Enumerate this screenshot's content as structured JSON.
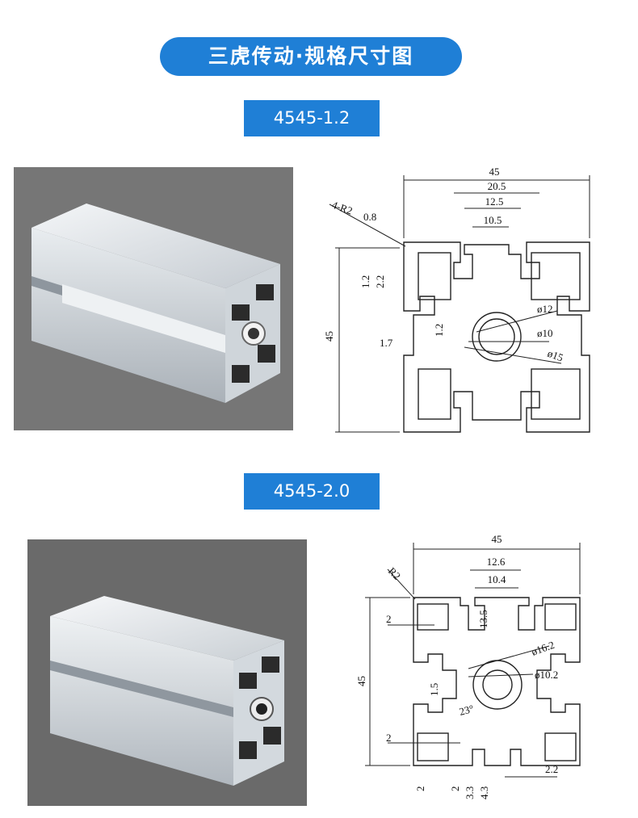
{
  "header": {
    "title": "三虎传动·规格尺寸图"
  },
  "sections": [
    {
      "label": "4545-1.2",
      "dims": {
        "width": "45",
        "d205": "20.5",
        "d125": "12.5",
        "d105": "10.5",
        "radius": "4-R2",
        "d08": "0.8",
        "d12a": "1.2",
        "d22": "2.2",
        "d12b": "1.2",
        "d17": "1.7",
        "height": "45",
        "phi12": "ø12",
        "phi10": "ø10",
        "phi15": "ø15"
      }
    },
    {
      "label": "4545-2.0",
      "dims": {
        "width": "45",
        "d126": "12.6",
        "d104": "10.4",
        "radius": "R2",
        "d135": "13.5",
        "d2a": "2",
        "height": "45",
        "phi162": "ø16.2",
        "phi102": "ø10.2",
        "d15": "1.5",
        "angle": "23°",
        "d2b": "2",
        "d2c": "2",
        "d2d": "2",
        "d33": "3.3",
        "d43": "4.3",
        "d22": "2.2"
      }
    }
  ],
  "colors": {
    "accent": "#1f7fd6",
    "photo_bg": "#6c6c6c",
    "aluminium": "#d8dde2"
  }
}
